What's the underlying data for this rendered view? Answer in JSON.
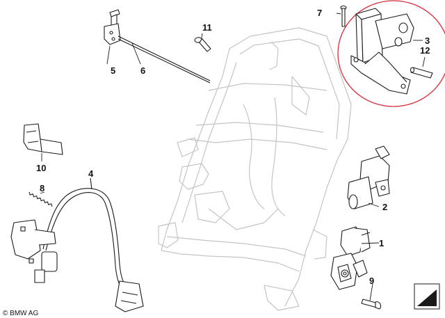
{
  "callouts": [
    {
      "id": "1",
      "text": "1"
    },
    {
      "id": "2",
      "text": "2"
    },
    {
      "id": "3",
      "text": "3"
    },
    {
      "id": "4",
      "text": "4"
    },
    {
      "id": "5",
      "text": "5"
    },
    {
      "id": "6",
      "text": "6"
    },
    {
      "id": "7",
      "text": "7"
    },
    {
      "id": "8",
      "text": "8"
    },
    {
      "id": "9",
      "text": "9"
    },
    {
      "id": "10",
      "text": "10"
    },
    {
      "id": "11",
      "text": "11"
    },
    {
      "id": "12",
      "text": "12"
    }
  ],
  "copyright": "© BMW AG",
  "colors": {
    "highlight": "#d62d3a",
    "frame": "#c4c4c4",
    "line": "#1a1a1a"
  }
}
